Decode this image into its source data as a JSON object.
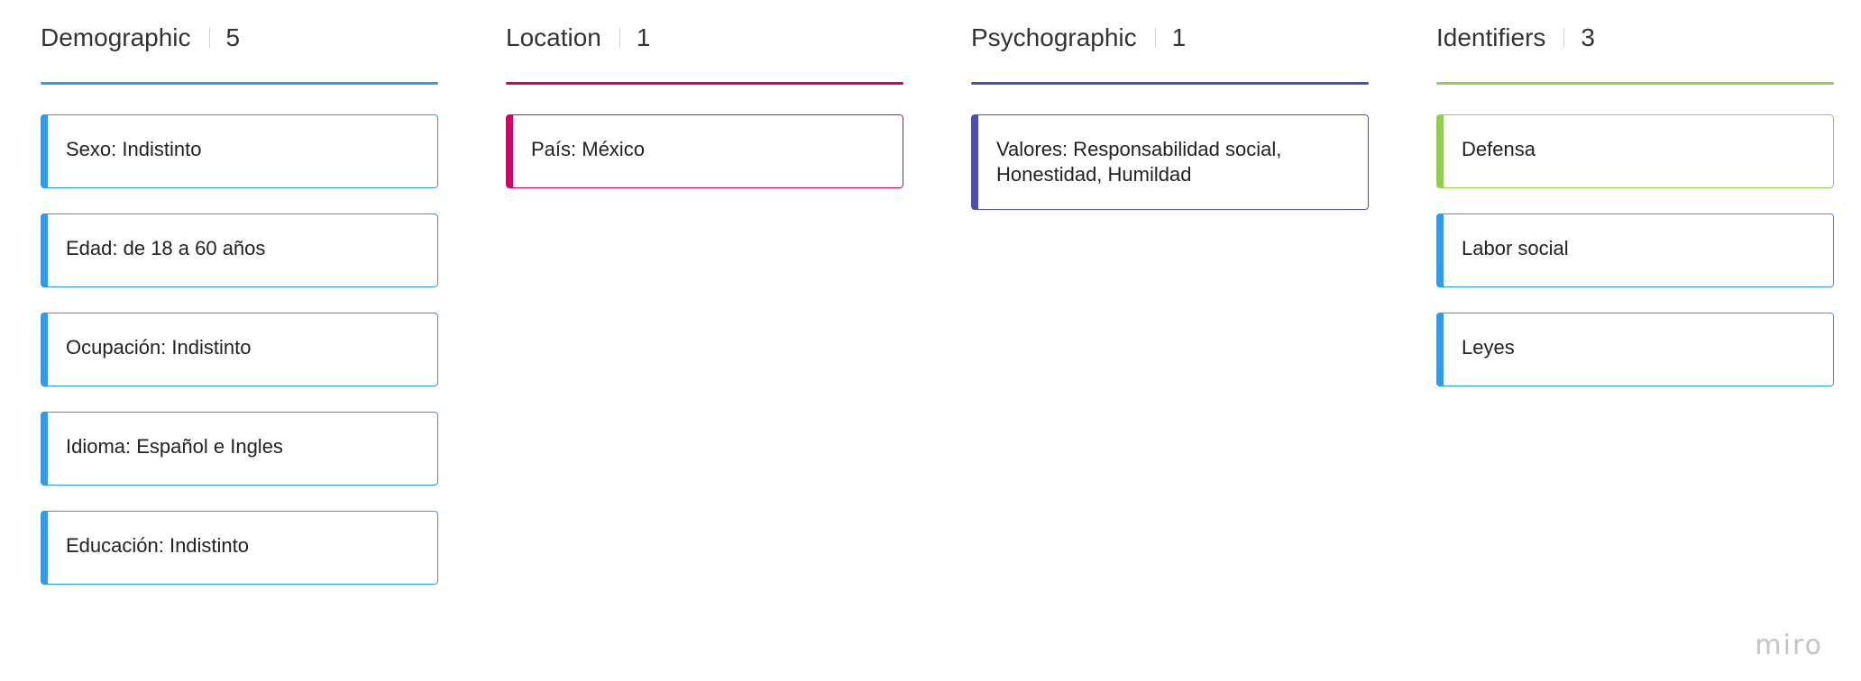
{
  "columns": [
    {
      "title": "Demographic",
      "count": "5",
      "color": "#2d9bf0",
      "cards": [
        {
          "text": "Sexo: Indistinto"
        },
        {
          "text": "Edad: de 18 a 60 años"
        },
        {
          "text": "Ocupación: Indistinto"
        },
        {
          "text": "Idioma: Español e Ingles"
        },
        {
          "text": "Educación: Indistinto"
        }
      ]
    },
    {
      "title": "Location",
      "count": "1",
      "color": "#da0063",
      "cards": [
        {
          "text": "País: México"
        }
      ]
    },
    {
      "title": "Psychographic",
      "count": "1",
      "color": "#4a4fb6",
      "cards": [
        {
          "text": "Valores: Responsabilidad social, Honestidad, Humildad"
        }
      ]
    },
    {
      "title": "Identifiers",
      "count": "3",
      "color": "#8fd14f",
      "cards": [
        {
          "text": "Defensa",
          "color": "#8fd14f"
        },
        {
          "text": "Labor social",
          "color": "#2d9bf0"
        },
        {
          "text": "Leyes",
          "color": "#2d9bf0"
        }
      ]
    }
  ],
  "watermark": "miro"
}
